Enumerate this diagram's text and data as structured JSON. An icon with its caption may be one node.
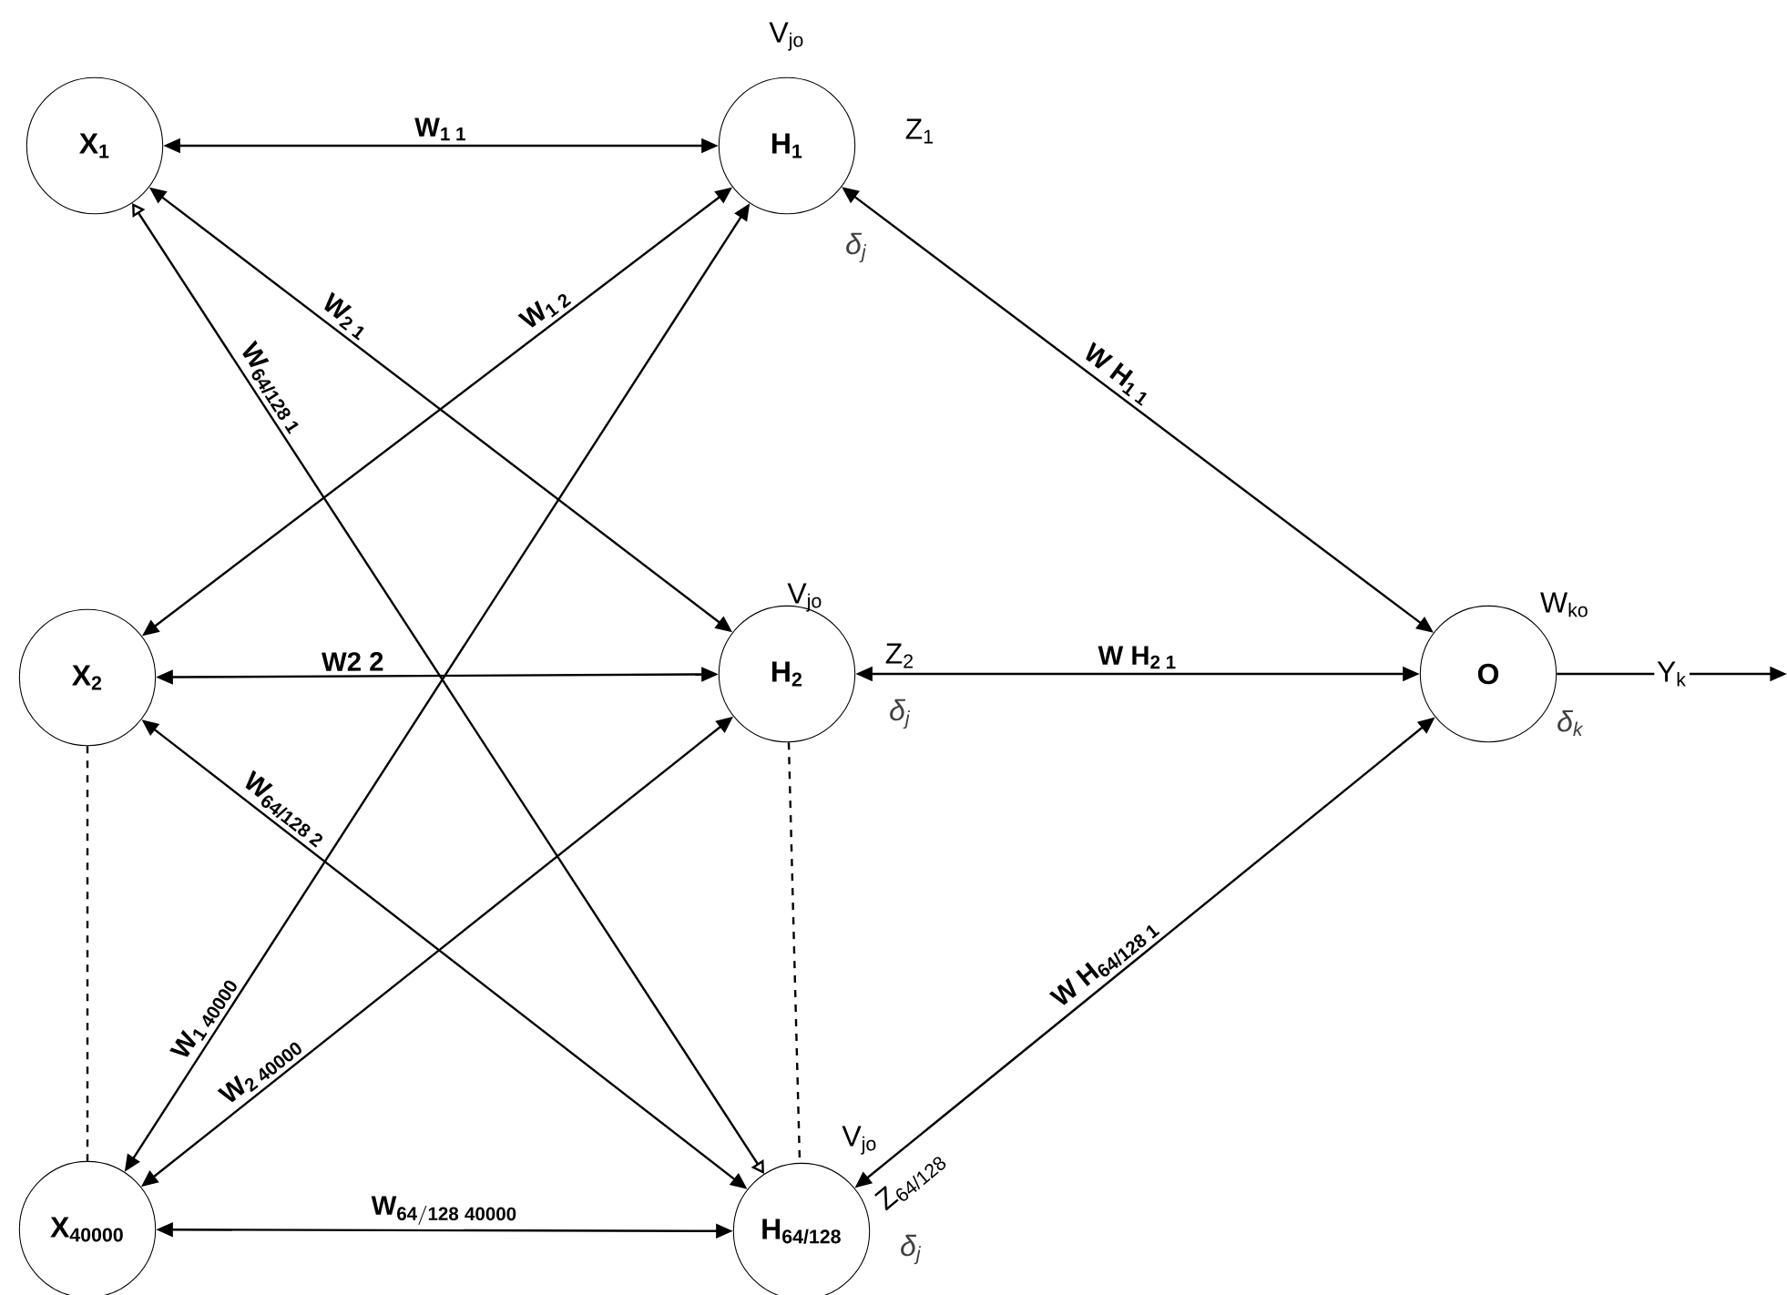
{
  "diagram": {
    "nodes": [
      {
        "text": [
          "X$_{1}$"
        ]
      },
      {
        "text": [
          "H$_{1}$"
        ],
        "beside": [
          "V$_{jo}$",
          "Z$_{1}$",
          "δ$_{j}$"
        ]
      },
      {
        "text": [
          "X$_{2}$"
        ]
      },
      {
        "text": [
          "H$_{2}$"
        ],
        "beside": [
          "V$_{jo}$",
          "Z$_{2}$",
          "δ$_{j}$"
        ]
      },
      {
        "text": [
          "O"
        ],
        "beside": [
          "W$_{ko}$",
          "δ$_{k}$"
        ]
      },
      {
        "text": [
          "X$_{40000}$"
        ]
      },
      {
        "text": [
          "H$_{64/128}$"
        ],
        "beside": [
          "V$_{jo}$",
          "Z$_{64/128}$",
          "δ$_{j}$"
        ]
      }
    ],
    "edges": [
      {
        "from": 0,
        "to": 1,
        "arrow": "both",
        "label": "W$_{1 1}$"
      },
      {
        "from": 0,
        "to": 3,
        "arrow": "both",
        "label": "W$_{2 1}$"
      },
      {
        "from": 2,
        "to": 1,
        "arrow": "both",
        "label": "W$_{1 2}$"
      },
      {
        "from": 0,
        "to": 6,
        "arrow": "both",
        "label": "W$_{64/128 1}$"
      },
      {
        "from": 2,
        "to": 3,
        "arrow": "both",
        "label": "W2 2"
      },
      {
        "from": 2,
        "to": 6,
        "arrow": "both",
        "label": "W$_{64/128 2}$"
      },
      {
        "from": 1,
        "to": 5,
        "arrow": "both",
        "label": "W$_{1 40000}$"
      },
      {
        "from": 3,
        "to": 5,
        "arrow": "both",
        "label": "W$_{2 40000}$"
      },
      {
        "from": 5,
        "to": 6,
        "arrow": "both",
        "label": "\\mathbf{W}_{\\mathbf{64/128\\;40000}}"
      },
      {
        "from": 2,
        "to": 5,
        "arrow": "none",
        "style": "dashed"
      },
      {
        "from": 3,
        "to": 6,
        "arrow": "none",
        "style": "dashed"
      },
      {
        "from": 1,
        "to": 4,
        "arrow": "both",
        "label": "W H$_{1 1}$"
      },
      {
        "from": 3,
        "to": 4,
        "arrow": "both",
        "label": "W H$_{2 1}$"
      },
      {
        "from": 6,
        "to": 4,
        "arrow": "both",
        "label": "W H$_{64/128 1}$"
      },
      {
        "from": 4,
        "to": null,
        "arrow": "to",
        "label": "Y$_{k}$"
      }
    ]
  }
}
